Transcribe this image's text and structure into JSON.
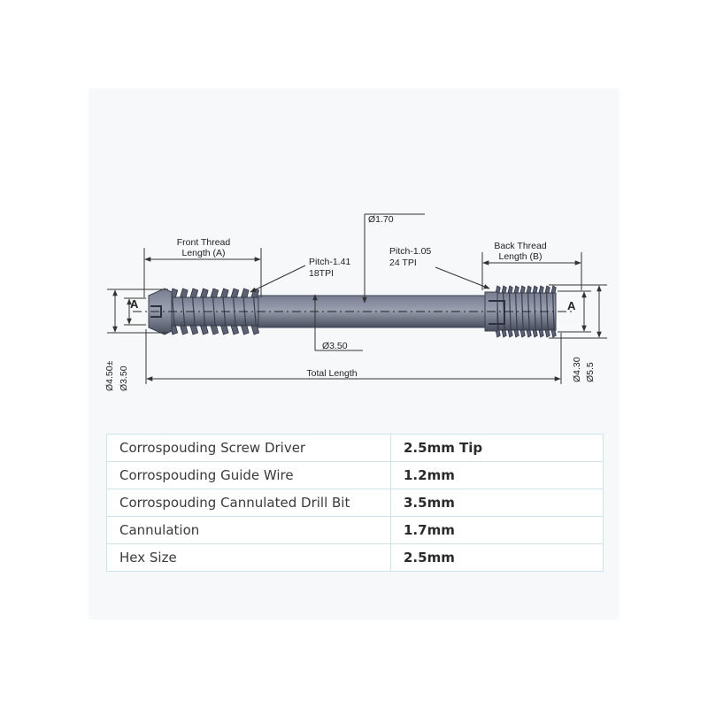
{
  "drawing": {
    "labels": {
      "front_thread_line1": "Front Thread",
      "front_thread_line2": "Length (A)",
      "back_thread_line1": "Back Thread",
      "back_thread_line2": "Length (B)",
      "pitch_front_line1": "Pitch-1.41",
      "pitch_front_line2": "18TPI",
      "pitch_back_line1": "Pitch-1.05",
      "pitch_back_line2": "24 TPI",
      "cannulation_dia": "Ø1.70",
      "shaft_dia": "Ø3.50",
      "total_length": "Total Length",
      "section_left": "A",
      "section_right": "A",
      "head_dia_outer": "Ø4.50±",
      "head_dia_inner": "Ø3.50",
      "tail_dia_inner": "Ø4.30",
      "tail_dia_outer": "Ø5.5"
    },
    "colors": {
      "screw_body": "#5c6173",
      "screw_highlight": "#8c91a3",
      "dimension_line": "#333333"
    }
  },
  "specs": {
    "rows": [
      {
        "label": "Corrospouding Screw Driver",
        "value": "2.5mm Tip"
      },
      {
        "label": "Corrospouding Guide Wire",
        "value": "1.2mm"
      },
      {
        "label": "Corrospouding Cannulated Drill Bit",
        "value": "3.5mm"
      },
      {
        "label": "Cannulation",
        "value": "1.7mm"
      },
      {
        "label": "Hex Size",
        "value": "2.5mm"
      }
    ]
  }
}
